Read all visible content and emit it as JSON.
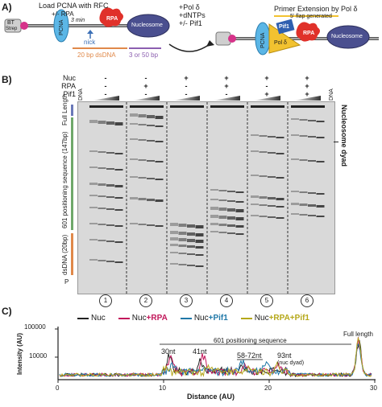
{
  "panelA": {
    "letter": "A)",
    "left_title": "Load PCNA with RFC",
    "left_rpa_line": "+/- RPA",
    "left_time": "3 min",
    "nick": "nick",
    "rpa": "RPA",
    "pcna": "PCNA",
    "bt": "BT",
    "strep": "Strep",
    "nucleosome": "Nucleosome",
    "dsdna": "20 bp dsDNA",
    "linker": "3 or 50 bp",
    "middle_lines": [
      "+Pol δ",
      "+dNTPs",
      "+/- Pif1"
    ],
    "right_title": "Primer Extension by Pol δ",
    "flap": "5' flap generated",
    "pif1": "Pif1",
    "pol": "Pol δ"
  },
  "panelB": {
    "letter": "B)",
    "row_labels": [
      "Nuc",
      "RPA",
      "Pif1"
    ],
    "dna_label": "DNA",
    "groups": [
      {
        "nuc": "-",
        "rpa": "-",
        "pif1": "-",
        "num": "1"
      },
      {
        "nuc": "-",
        "rpa": "+",
        "pif1": "-",
        "num": "2"
      },
      {
        "nuc": "+",
        "rpa": "-",
        "pif1": "-",
        "num": "3"
      },
      {
        "nuc": "+",
        "rpa": "+",
        "pif1": "-",
        "num": "4"
      },
      {
        "nuc": "+",
        "rpa": "-",
        "pif1": "+",
        "num": "5"
      },
      {
        "nuc": "+",
        "rpa": "+",
        "pif1": "+",
        "num": "6"
      }
    ],
    "left_labels": {
      "full_length": "Full Length",
      "positioning": "601 positioning sequence (147bp)",
      "dsdna": "dsDNA (20bp)",
      "p": "P"
    },
    "dyad_label": "Nucleosome dyad",
    "colors": {
      "full": "#6a78b8",
      "positioning": "#6fa86a",
      "dsdna": "#e0894a"
    }
  },
  "panelC": {
    "letter": "C)",
    "legend": [
      {
        "label": "Nuc",
        "prefix": "",
        "suffix": "",
        "color": "#222222"
      },
      {
        "label": "Nuc",
        "suffix": "+RPA",
        "color": "#c2185b"
      },
      {
        "label": "Nuc",
        "suffix": "+Pif1",
        "color": "#1f78a8"
      },
      {
        "label": "Nuc",
        "suffix": "+RPA+Pif1",
        "color": "#b5a81a"
      }
    ],
    "ylabel": "Intensity (AU)",
    "xlabel": "Distance (AU)",
    "yticks": [
      "100000",
      "10000"
    ],
    "xticks": [
      "0",
      "10",
      "20",
      "30"
    ],
    "annotations": {
      "positioning": "601 positioning sequence",
      "full_length": "Full length",
      "nt30": "30nt",
      "nt41": "41nt",
      "nt58": "58-72nt",
      "nt93": "93nt",
      "dyad": "(nuc dyad)"
    }
  }
}
